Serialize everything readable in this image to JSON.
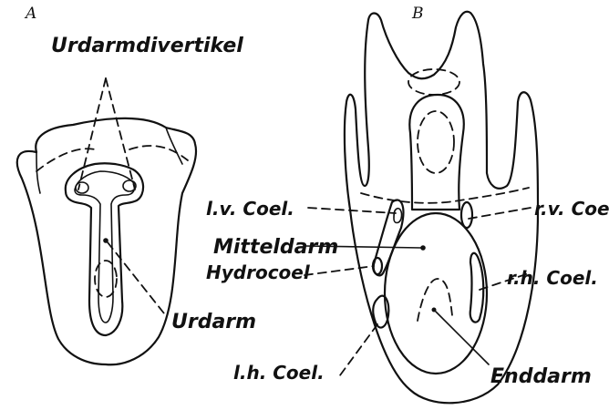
{
  "panels": {
    "a": {
      "letter": "A",
      "labels": {
        "urdarmdivertikel": "Urdarmdivertikel",
        "urdarm": "Urdarm"
      }
    },
    "b": {
      "letter": "B",
      "labels": {
        "lv_coel": "l.v. Coel.",
        "rv_coel": "r.v. Coel.",
        "mitteldarm": "Mitteldarm",
        "hydrocoel": "Hydrocoel",
        "rh_coel": "r.h. Coel.",
        "lh_coel": "l.h. Coel.",
        "enddarm": "Enddarm"
      }
    }
  }
}
